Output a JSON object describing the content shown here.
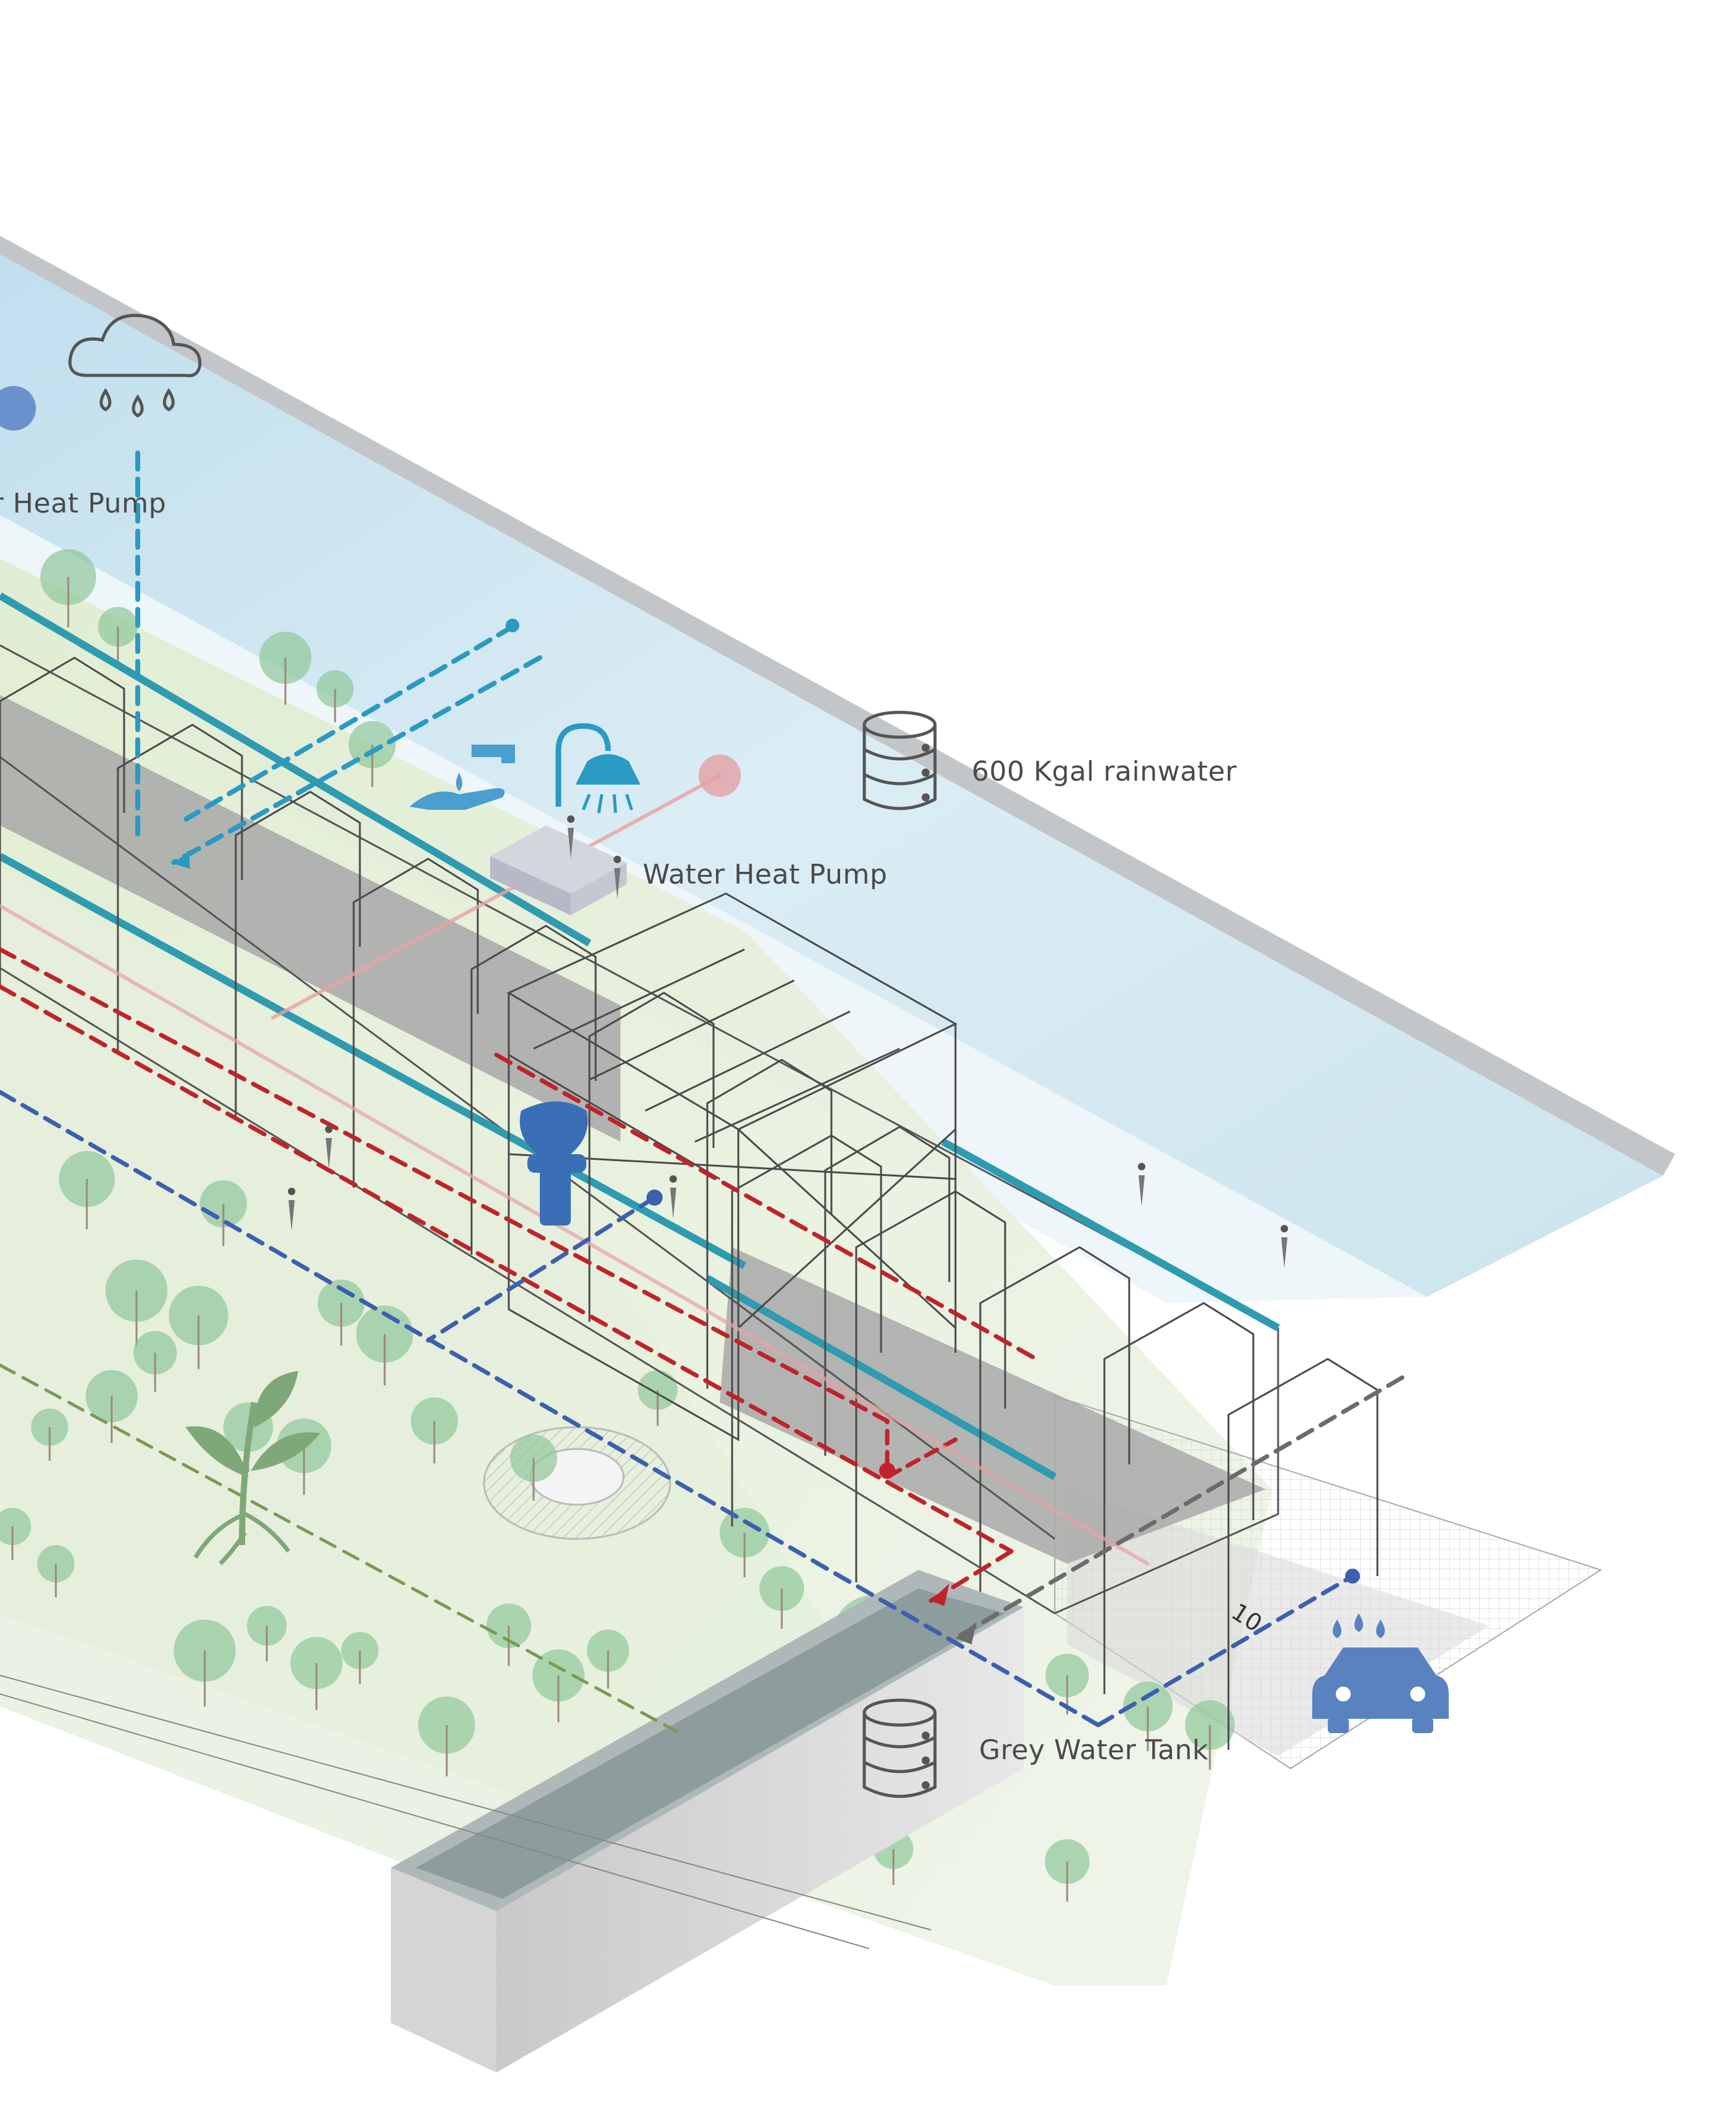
{
  "labels": {
    "heat_pump_left": "er Heat Pump",
    "rainwater": "600 Kgal rainwater",
    "heat_pump_right": "Water Heat Pump",
    "grey_water_tank": "Grey Water Tank",
    "dimension": "10"
  },
  "icons": [
    "rain-cloud-icon",
    "hand-wash-icon",
    "shower-icon",
    "toilet-icon",
    "plant-roots-icon",
    "car-wash-icon",
    "tank-icon",
    "pin-marker-icon"
  ],
  "colors": {
    "rain_line": "#2a9ac2",
    "hot_line": "#c0232b",
    "grey_line": "#6b6b6b",
    "blue_line": "#3d5fb0",
    "green_line": "#7a9a55",
    "teal_gutter": "#2e9bb0",
    "water_wash": "#cfe6f0",
    "ground_wash": "#e6efdc",
    "tree": "#8ec89a",
    "icon_blue": "#4a90c8",
    "icon_grey": "#555555"
  }
}
